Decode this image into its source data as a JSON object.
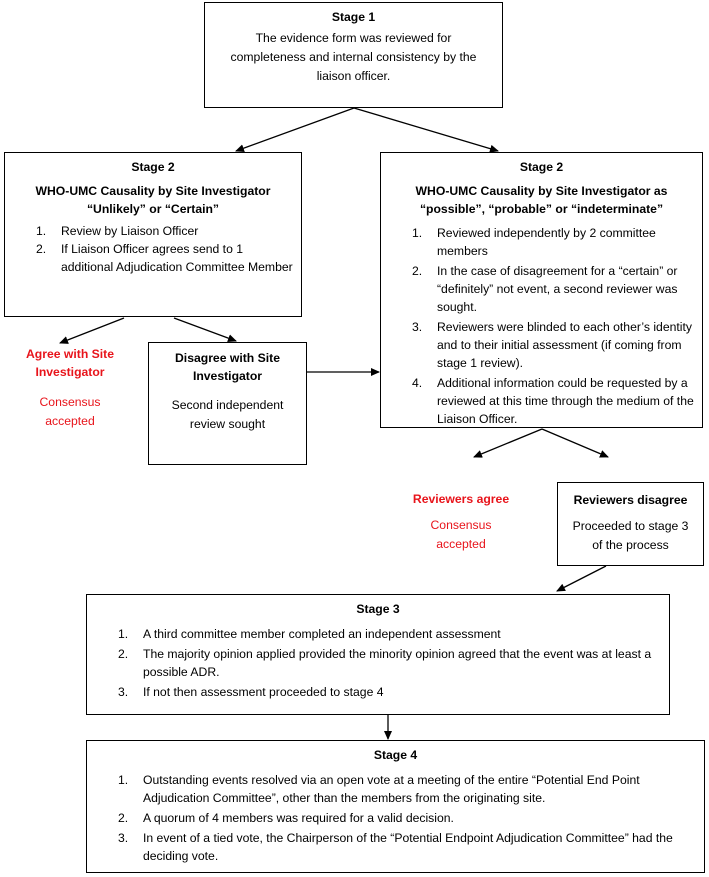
{
  "stage1": {
    "title": "Stage 1",
    "text": "The evidence form was reviewed for completeness and internal consistency by the liaison officer."
  },
  "stage2_left": {
    "title": "Stage 2",
    "subtitle_line1": "WHO-UMC Causality by Site Investigator",
    "subtitle_line2": "“Unlikely” or “Certain”",
    "items": [
      "Review by Liaison Officer",
      "If Liaison Officer agrees send to 1 additional Adjudication Committee Member"
    ]
  },
  "stage2_right": {
    "title": "Stage 2",
    "subtitle_line1": "WHO-UMC Causality by Site Investigator as",
    "subtitle_line2": "“possible”, “probable” or “indeterminate”",
    "items": [
      "Reviewed independently by 2 committee members",
      "In the case of disagreement for a “certain” or “definitely” not event, a second reviewer was sought.",
      "Reviewers were blinded to each other’s identity and to their initial assessment (if coming from stage 1 review).",
      "Additional information could be requested by a reviewed at this time through the medium of the Liaison Officer."
    ]
  },
  "agree_site": {
    "title": "Agree with Site Investigator",
    "text": "Consensus accepted"
  },
  "disagree_site": {
    "title": "Disagree with Site Investigator",
    "text": "Second independent review sought"
  },
  "reviewers_agree": {
    "title": "Reviewers agree",
    "text": "Consensus accepted"
  },
  "reviewers_disagree": {
    "title": "Reviewers disagree",
    "text": "Proceeded to stage 3 of the process"
  },
  "stage3": {
    "title": "Stage 3",
    "items": [
      "A third committee member completed an independent assessment",
      "The majority opinion applied provided the minority opinion agreed that the event was at least a possible ADR.",
      "If not then assessment proceeded to stage 4"
    ]
  },
  "stage4": {
    "title": "Stage 4",
    "items": [
      "Outstanding events resolved via an open vote at a meeting of the entire “Potential End Point Adjudication Committee”, other than the members from the originating site.",
      "A quorum of 4 members was required for a valid decision.",
      "In event of a tied vote, the Chairperson of the “Potential Endpoint Adjudication Committee” had the deciding vote."
    ]
  },
  "colors": {
    "emphasis": "#e8141b",
    "line": "#000000"
  }
}
